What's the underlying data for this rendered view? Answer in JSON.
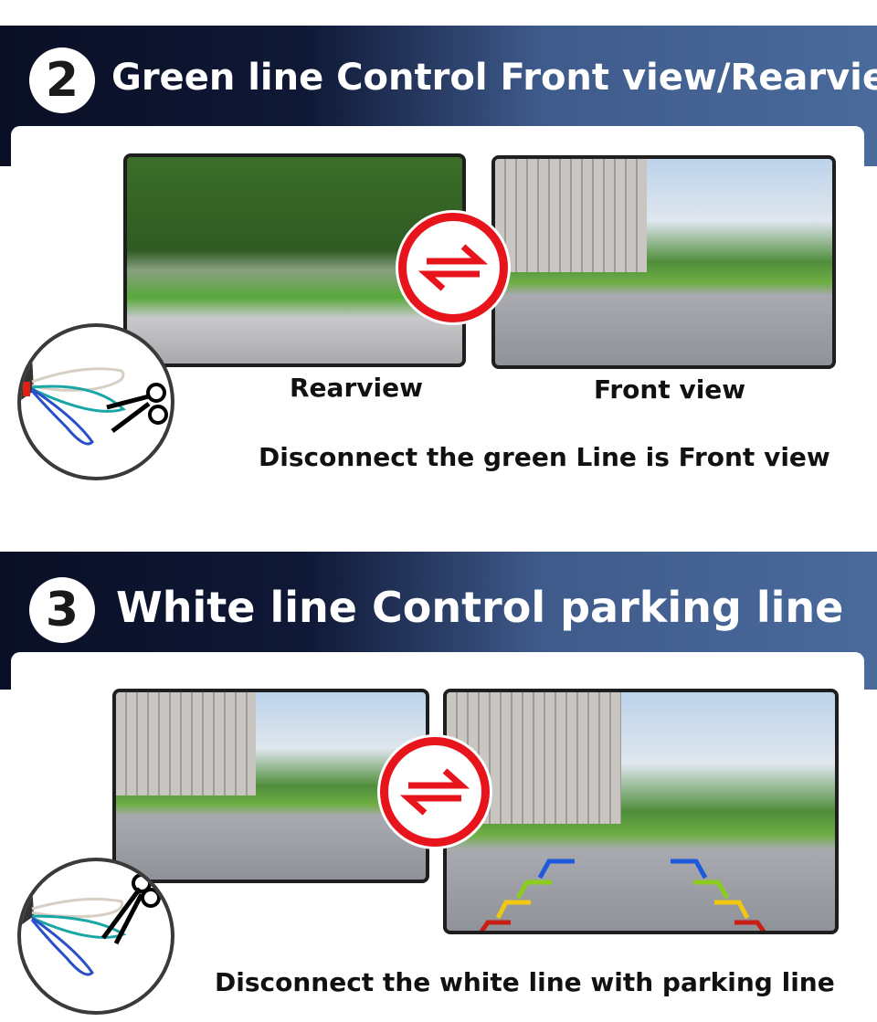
{
  "section2": {
    "number": "2",
    "title": "Green line Control Front view/Rearview",
    "left_caption": "Rearview",
    "right_caption": "Front view",
    "instruction": "Disconnect the green Line is  Front view",
    "icon": "swap-arrows-icon"
  },
  "section3": {
    "number": "3",
    "title": "White line Control parking line",
    "instruction": "Disconnect the white line with parking line",
    "icon": "swap-arrows-icon"
  },
  "colors": {
    "accent_red": "#e8141c",
    "band_dark": "#0a0f25",
    "band_light": "#4a6a9c",
    "parking_lines": [
      "#1e5adc",
      "#8ccc1e",
      "#f0c814",
      "#c81e14"
    ]
  }
}
